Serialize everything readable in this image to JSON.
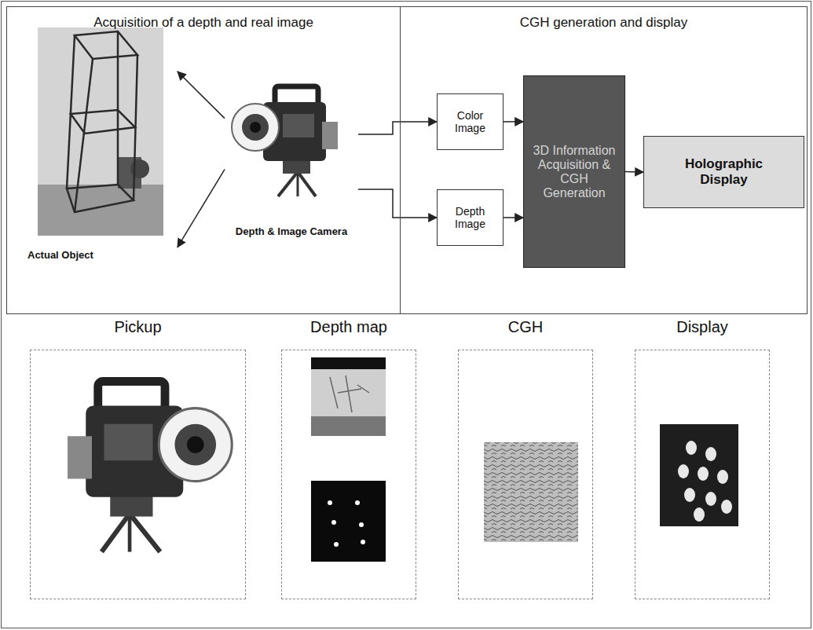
{
  "diagram": {
    "nodes": [
      {
        "text": [
          "Acquisition of a depth and real image"
        ]
      },
      {
        "text": [
          "Actual Object"
        ],
        "in": 0
      },
      {
        "text": [
          "Depth & Image Camera"
        ],
        "in": 0
      },
      {
        "text": [
          "CGH generation and display"
        ]
      },
      {
        "text": [
          "Color Image"
        ],
        "in": 3
      },
      {
        "text": [
          "Depth Image"
        ],
        "in": 3
      },
      {
        "text": [
          "3D Information Acquisition & CGH Generation"
        ],
        "in": 3
      },
      {
        "text": [
          "Holographic Display"
        ],
        "in": 3
      },
      {
        "text": [
          "Pickup"
        ]
      },
      {
        "text": [
          "Depth map"
        ]
      },
      {
        "text": [
          "CGH"
        ]
      },
      {
        "text": [
          "Display"
        ]
      }
    ],
    "edges": [
      {
        "from": 2,
        "to": 1,
        "arrow": "to"
      },
      {
        "from": 2,
        "to": 1,
        "arrow": "to"
      },
      {
        "from": 2,
        "to": 4,
        "arrow": "to"
      },
      {
        "from": 2,
        "to": 5,
        "arrow": "to"
      },
      {
        "from": 4,
        "to": 6,
        "arrow": "to"
      },
      {
        "from": 5,
        "to": 6,
        "arrow": "to"
      },
      {
        "from": 6,
        "to": 7,
        "arrow": "to"
      }
    ]
  }
}
